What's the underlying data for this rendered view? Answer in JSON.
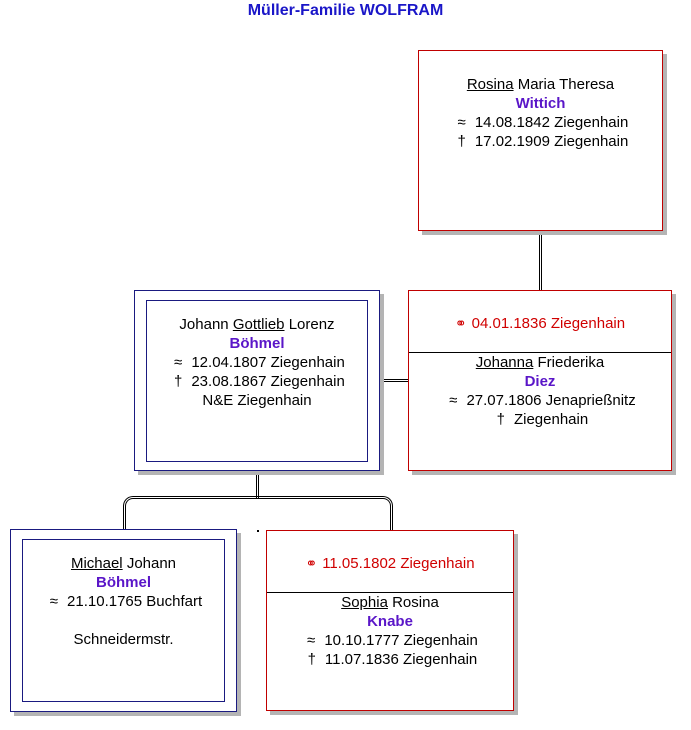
{
  "title": "Müller-Familie WOLFRAM",
  "symbols": {
    "born": "≈",
    "died": "†",
    "rings": "⚭"
  },
  "rosina": {
    "callname": "Rosina",
    "givennames": "Maria Theresa",
    "surname": "Wittich",
    "born": "14.08.1842 Ziegenhain",
    "died": "17.02.1909 Ziegenhain"
  },
  "johann": {
    "prefix": "Johann",
    "callname": "Gottlieb",
    "suffix": "Lorenz",
    "surname": "Böhmel",
    "born": "12.04.1807 Ziegenhain",
    "died": "23.08.1867 Ziegenhain",
    "note": "N&E Ziegenhain"
  },
  "marriage1": {
    "date": "04.01.1836 Ziegenhain",
    "callname": "Johanna",
    "givennames": "Friederika",
    "surname": "Diez",
    "born": "27.07.1806 Jenaprießnitz",
    "died": "Ziegenhain"
  },
  "michael": {
    "callname": "Michael",
    "givennames": "Johann",
    "surname": "Böhmel",
    "born": "21.10.1765 Buchfart",
    "occupation": "Schneidermstr."
  },
  "marriage2": {
    "date": "11.05.1802 Ziegenhain",
    "callname": "Sophia",
    "givennames": "Rosina",
    "surname": "Knabe",
    "born": "10.10.1777 Ziegenhain",
    "died": "11.07.1836 Ziegenhain"
  },
  "colors": {
    "title": "#1a16c8",
    "surname": "#5a16c8",
    "marriage_text": "#d00000",
    "box_red": "#c00000",
    "box_navy": "#1a1a80"
  }
}
